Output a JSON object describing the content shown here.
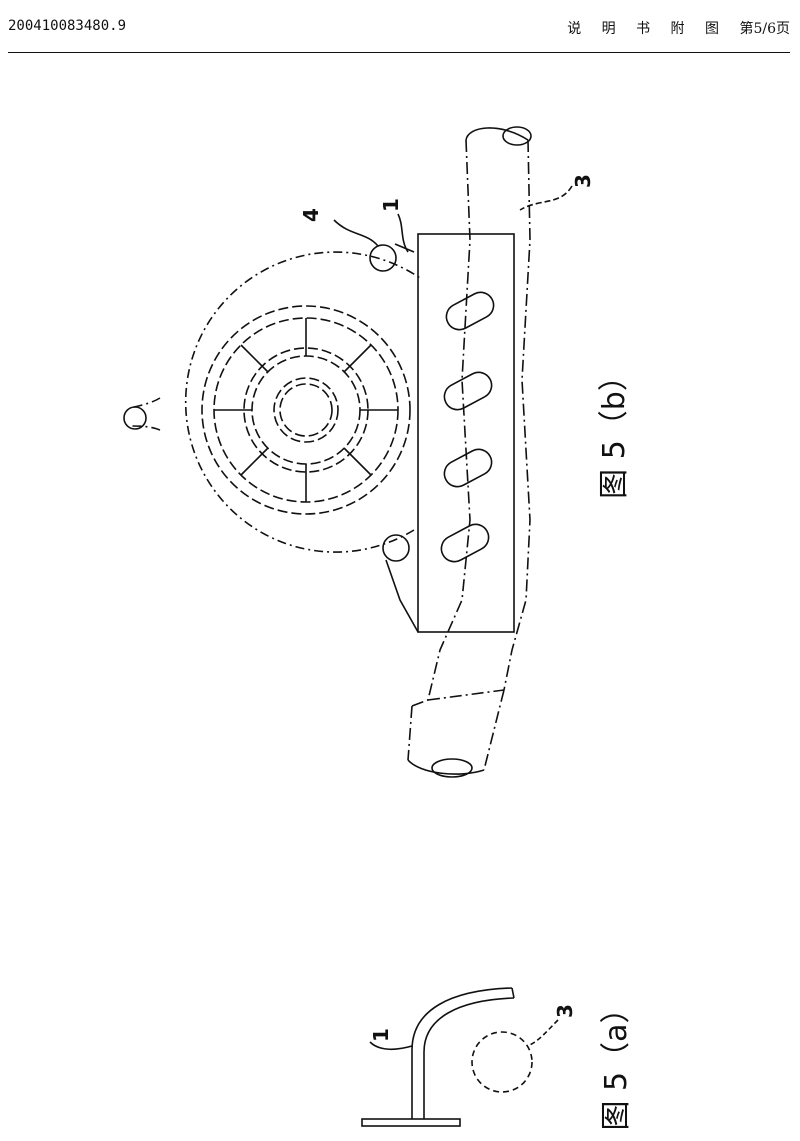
{
  "header": {
    "doc_number": "200410083480.9",
    "section_title": "说 明 书 附 图",
    "page_label": "第5/6页"
  },
  "figures": {
    "fig_b": {
      "caption": "图 5（b）",
      "labels": [
        "4",
        "1",
        "3"
      ]
    },
    "fig_a": {
      "caption": "图 5（a）",
      "labels": [
        "1",
        "3"
      ]
    }
  }
}
